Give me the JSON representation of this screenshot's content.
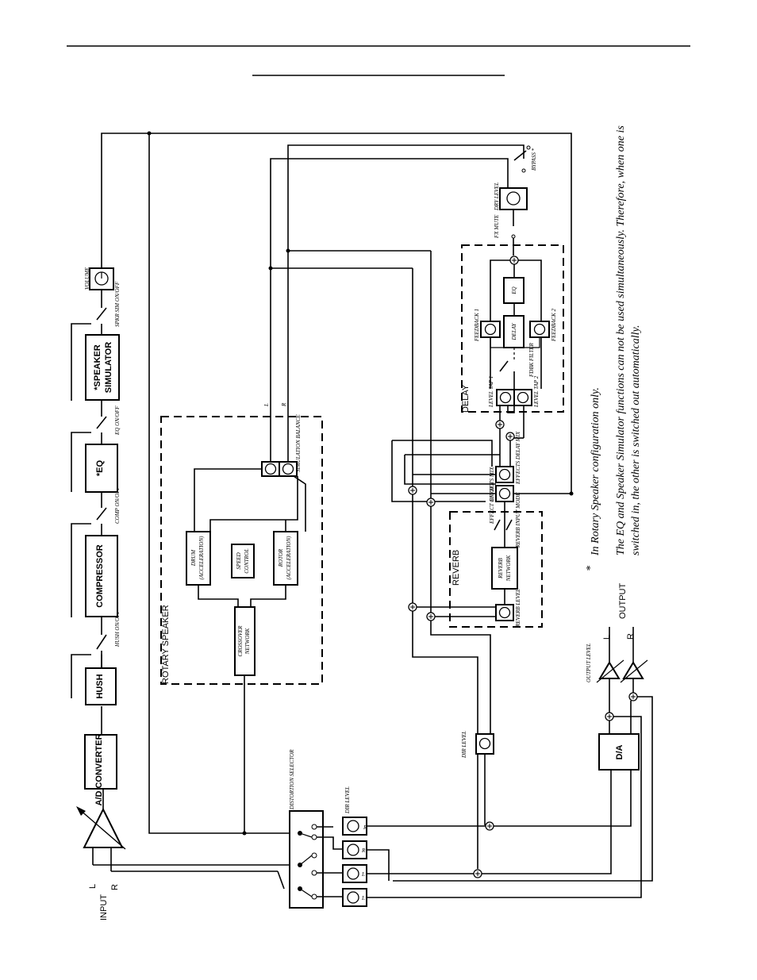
{
  "page": {
    "title": ""
  },
  "input": {
    "label": "INPUT",
    "left": "L",
    "right": "R"
  },
  "output": {
    "label": "OUTPUT",
    "left": "L",
    "right": "R",
    "level": "OUTPUT LEVEL"
  },
  "chain": {
    "ad_converter": "A/D CONVERTER",
    "hush": "HUSH",
    "hush_switch": "HUSH ON/OFF",
    "compressor": "COMPRESSOR",
    "comp_switch": "COMP ON/OFF",
    "eq": "*EQ",
    "eq_switch": "EQ ON/OFF",
    "speaker_sim": "*SPEAKER SIMULATOR",
    "sim_switch": "SPKR SIM ON/OFF",
    "volume": "VOLUME"
  },
  "rotary": {
    "title": "ROTARY SPEAKER",
    "crossover": "CROSSOVER NETWORK",
    "drum": "DRUM (ACCELERATION)",
    "rotor": "ROTOR (ACCELERATION)",
    "speed": "SPEED CONTROL",
    "balance": "SIMULATION BALANCE",
    "l": "L",
    "r": "R"
  },
  "effects": {
    "effects_mix": "EFFECTS MIX",
    "effects_delay_mix": "EFFECTS DELAY MIX",
    "effect_on_off": "EFFECT ON/OFF",
    "reverb_title": "REVERB",
    "reverb_network": "REVERB NETWORK",
    "reverb_input_mode": "REVERB INPUT MODE",
    "reverb_level": "REVERB LEVEL",
    "delay_title": "DELAY",
    "delay_block": "DELAY",
    "eq_block": "EQ",
    "level_tap1": "LEVEL TAP 1",
    "level_tap2": "LEVEL TAP 2",
    "feedback1": "FEEDBACK 1",
    "feedback2": "FEEDBACK 2",
    "fdbk_filter": "FDBK FILTER",
    "fx_mute": "FX MUTE",
    "dry_level": "DRY LEVEL",
    "bypass_switch": "BYPASS *"
  },
  "routing": {
    "input_config": "DISTORTION SELECTOR",
    "dir_level": "DIR LEVEL",
    "l": "L",
    "r": "R"
  },
  "notes": {
    "star": "*",
    "line1": "In Rotary Speaker configuration only.",
    "line2": "The EQ and Speaker Simulator functions can not be used simultaneously. Therefore, when one is",
    "line3": "switched in, the other is switched out automatically."
  }
}
